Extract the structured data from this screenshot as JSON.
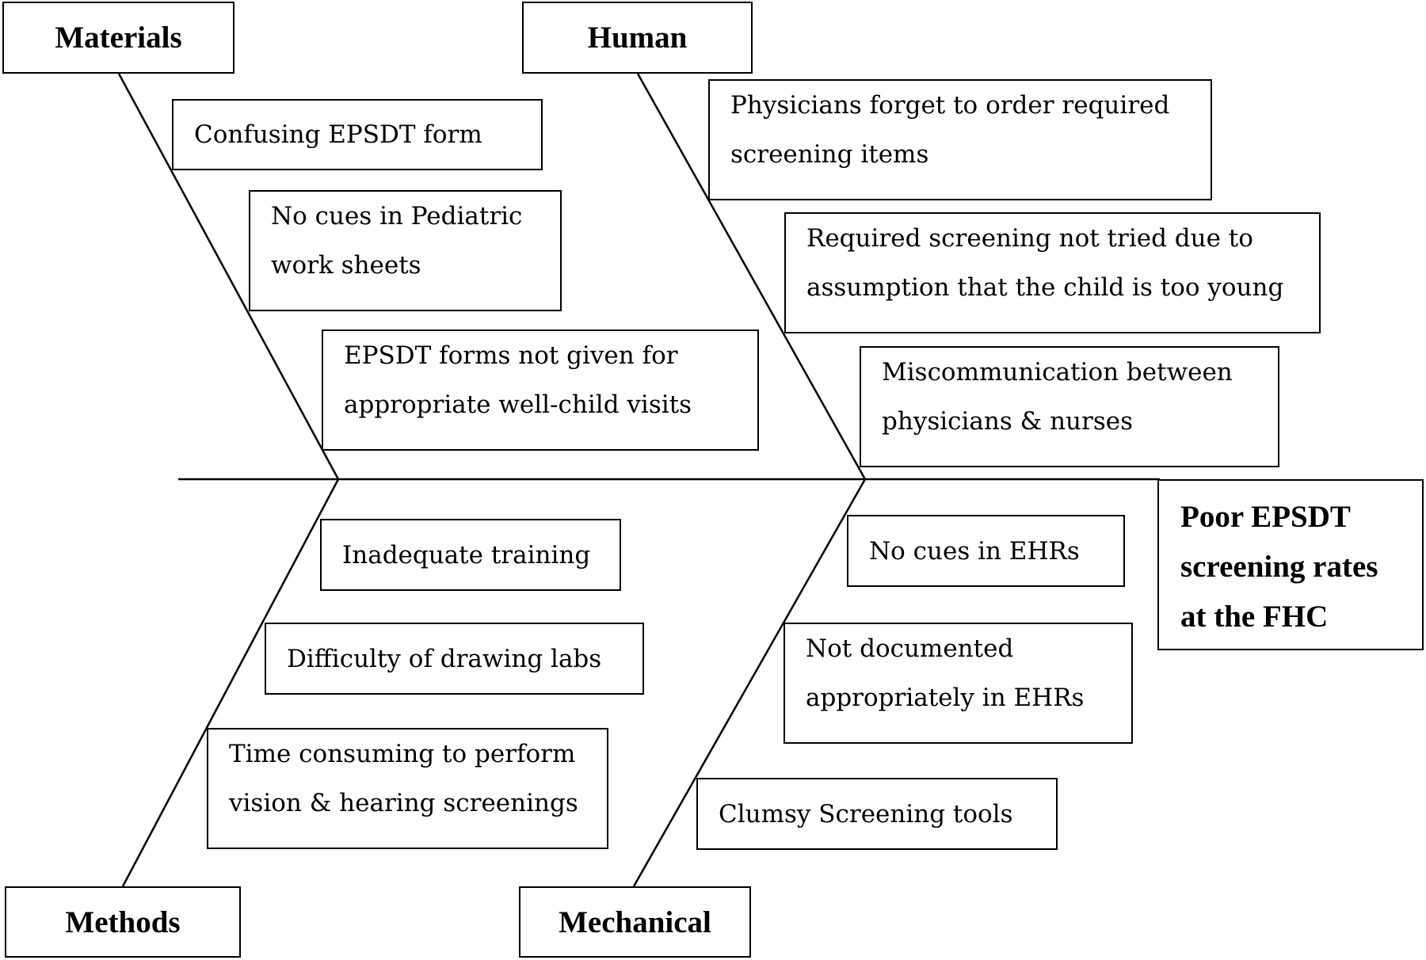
{
  "categories": {
    "materials": "Materials",
    "human": "Human",
    "methods": "Methods",
    "mechanical": "Mechanical"
  },
  "causes": {
    "materials": [
      [
        "Confusing EPSDT form"
      ],
      [
        "No cues in Pediatric",
        "work sheets"
      ],
      [
        "EPSDT forms not given for",
        "appropriate well-child visits"
      ]
    ],
    "human": [
      [
        "Physicians forget to order required",
        "screening items"
      ],
      [
        "Required screening not tried due to",
        "assumption that the child is too young"
      ],
      [
        "Miscommunication between",
        "physicians & nurses"
      ]
    ],
    "methods": [
      [
        "Inadequate training"
      ],
      [
        "Difficulty of drawing labs"
      ],
      [
        "Time consuming to perform",
        "vision & hearing screenings"
      ]
    ],
    "mechanical": [
      [
        "No cues in EHRs"
      ],
      [
        "Not documented",
        "appropriately in EHRs"
      ],
      [
        "Clumsy Screening tools"
      ]
    ]
  },
  "effect": [
    "Poor EPSDT",
    "screening rates",
    "at the FHC"
  ]
}
